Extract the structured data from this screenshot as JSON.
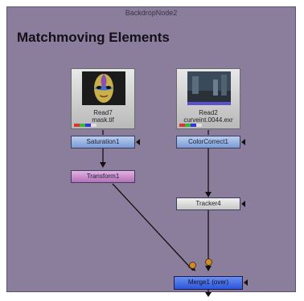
{
  "backdrop": {
    "name": "BackdropNode2",
    "heading": "Matchmoving Elements",
    "color": "#8a7e9c"
  },
  "nodes": {
    "read1": {
      "label": "Read7",
      "file": "mask.tif"
    },
    "read2": {
      "label": "Read2",
      "file": "curveint.0044.exr"
    },
    "saturation": {
      "label": "Saturation1"
    },
    "colorcorrect": {
      "label": "ColorCorrect1"
    },
    "transform": {
      "label": "Transform1"
    },
    "tracker": {
      "label": "Tracker4"
    },
    "merge": {
      "label": "Merge1 (over)"
    }
  },
  "colors": {
    "color_node": "#7b9bd6",
    "transform_node": "#b470b8",
    "tracker_node": "#c7c7c7",
    "merge_node": "#2c56d8"
  }
}
